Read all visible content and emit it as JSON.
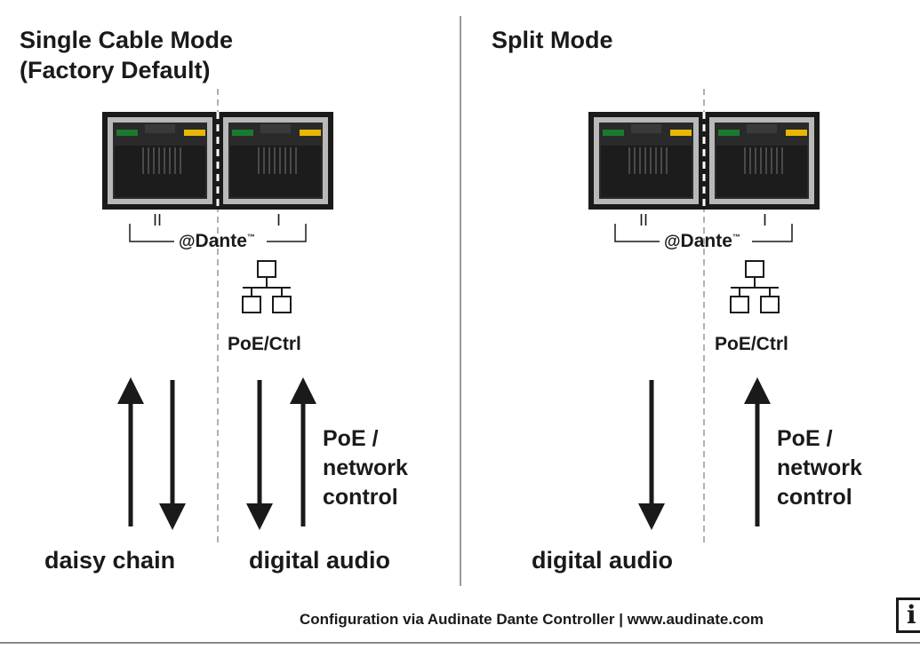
{
  "left": {
    "title_line1": "Single Cable Mode",
    "title_line2": "(Factory Default)",
    "dante_label": "Dante",
    "dante_tm": "™",
    "port_label": "PoE/Ctrl",
    "port1_mark": "II",
    "port2_mark": "I",
    "side_label": "PoE /\nnetwork\ncontrol",
    "bottom_left": "daisy chain",
    "bottom_right": "digital audio"
  },
  "right": {
    "title": "Split Mode",
    "dante_label": "Dante",
    "dante_tm": "™",
    "port_label": "PoE/Ctrl",
    "port1_mark": "II",
    "port2_mark": "I",
    "side_label": "PoE /\nnetwork\ncontrol",
    "bottom": "digital audio"
  },
  "footer": {
    "text": "Configuration via Audinate Dante Controller | www.audinate.com",
    "info_glyph": "i"
  },
  "colors": {
    "led_green": "#1a7a2e",
    "led_yellow": "#e8b800",
    "port_frame": "#1a1a1a",
    "port_body": "#b8b8b8",
    "divider": "#9a9a9a"
  }
}
